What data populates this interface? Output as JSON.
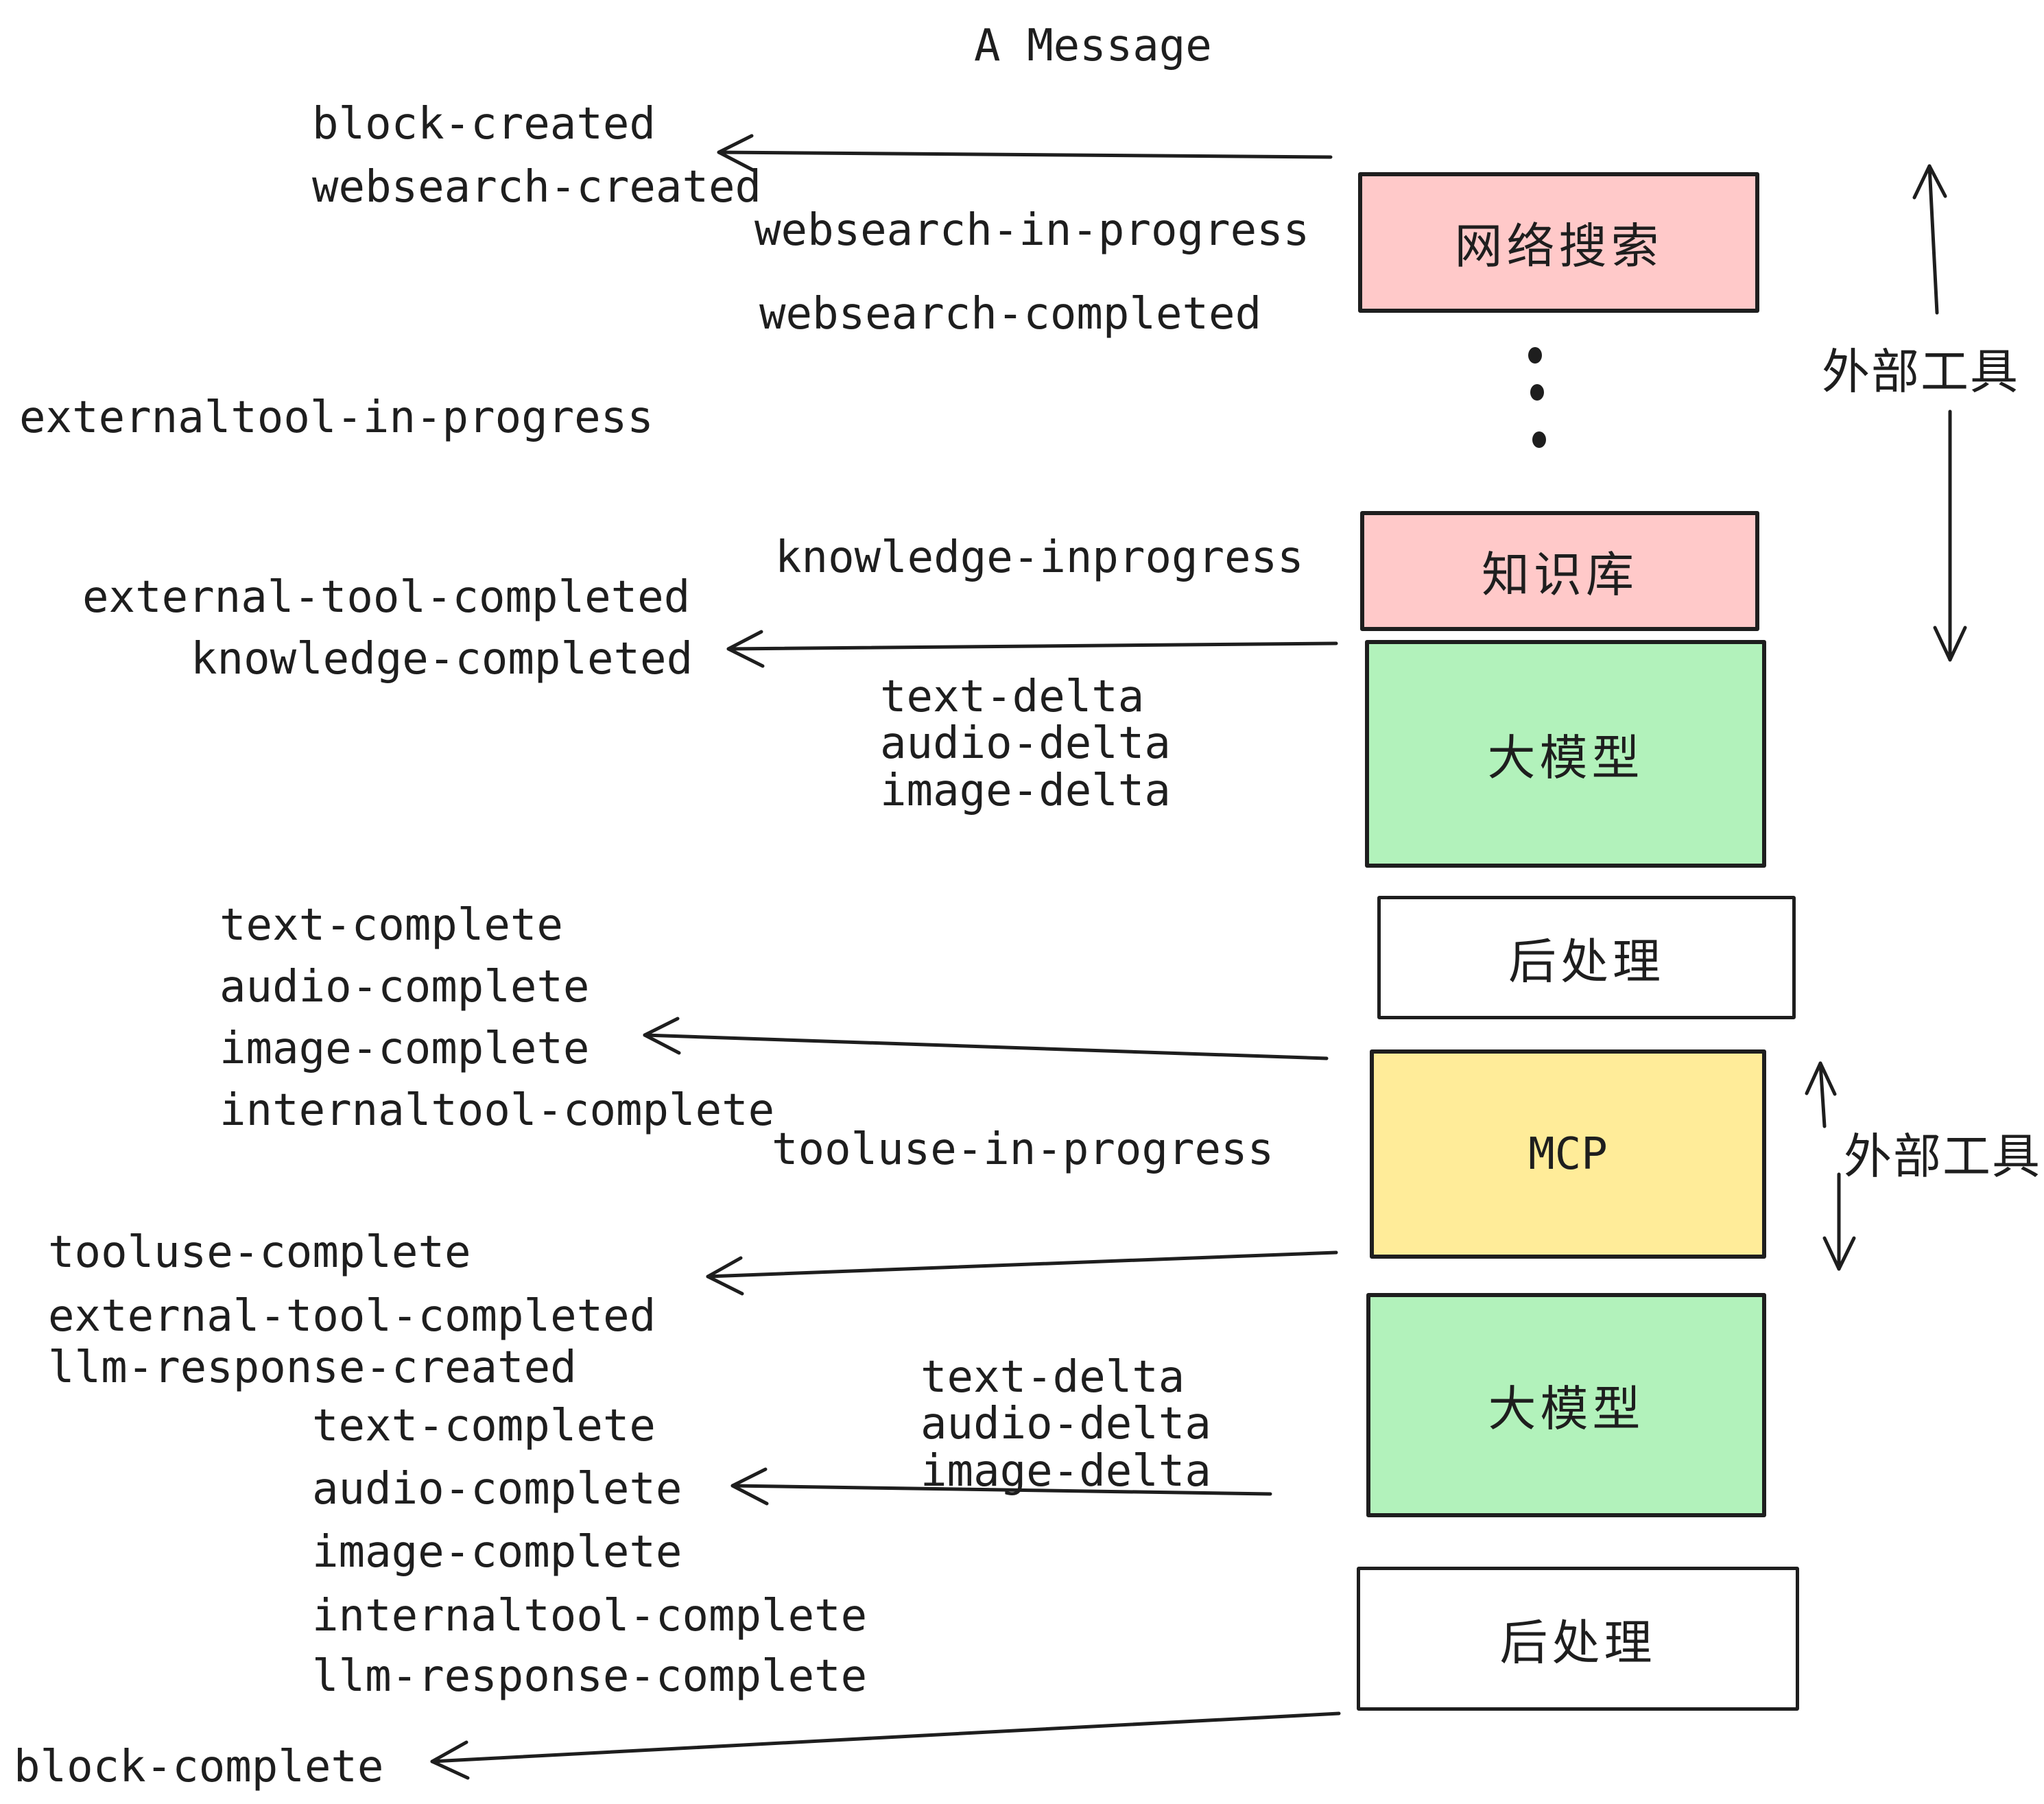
{
  "title": "A Message",
  "colors": {
    "pink": "#ffc9c9",
    "green": "#b2f2bb",
    "yellow": "#ffec99",
    "white": "#ffffff",
    "stroke": "#1e1e1e"
  },
  "boxes": [
    {
      "label": "网络搜索",
      "type": "web-search"
    },
    {
      "label": "知识库",
      "type": "knowledge-base"
    },
    {
      "label": "大模型",
      "type": "llm"
    },
    {
      "label": "后处理",
      "type": "post-processing"
    },
    {
      "label": "MCP",
      "type": "mcp"
    },
    {
      "label": "大模型",
      "type": "llm"
    },
    {
      "label": "后处理",
      "type": "post-processing"
    }
  ],
  "side_labels": [
    {
      "text": "外部工具"
    },
    {
      "text": "外部工具"
    }
  ],
  "events": {
    "block_created": "block-created",
    "websearch_created": "websearch-created",
    "websearch_in_progress": "websearch-in-progress",
    "websearch_completed": "websearch-completed",
    "externaltool_in_progress": "externaltool-in-progress",
    "knowledge_inprogress": "knowledge-inprogress",
    "external_tool_completed": "external-tool-completed",
    "knowledge_completed": "knowledge-completed",
    "text_delta": "text-delta",
    "audio_delta": "audio-delta",
    "image_delta": "image-delta",
    "text_complete": "text-complete",
    "audio_complete": "audio-complete",
    "image_complete": "image-complete",
    "internaltool_complete": "internaltool-complete",
    "tooluse_in_progress": "tooluse-in-progress",
    "tooluse_complete": "tooluse-complete",
    "llm_response_created": "llm-response-created",
    "llm_response_complete": "llm-response-complete",
    "block_complete": "block-complete"
  }
}
